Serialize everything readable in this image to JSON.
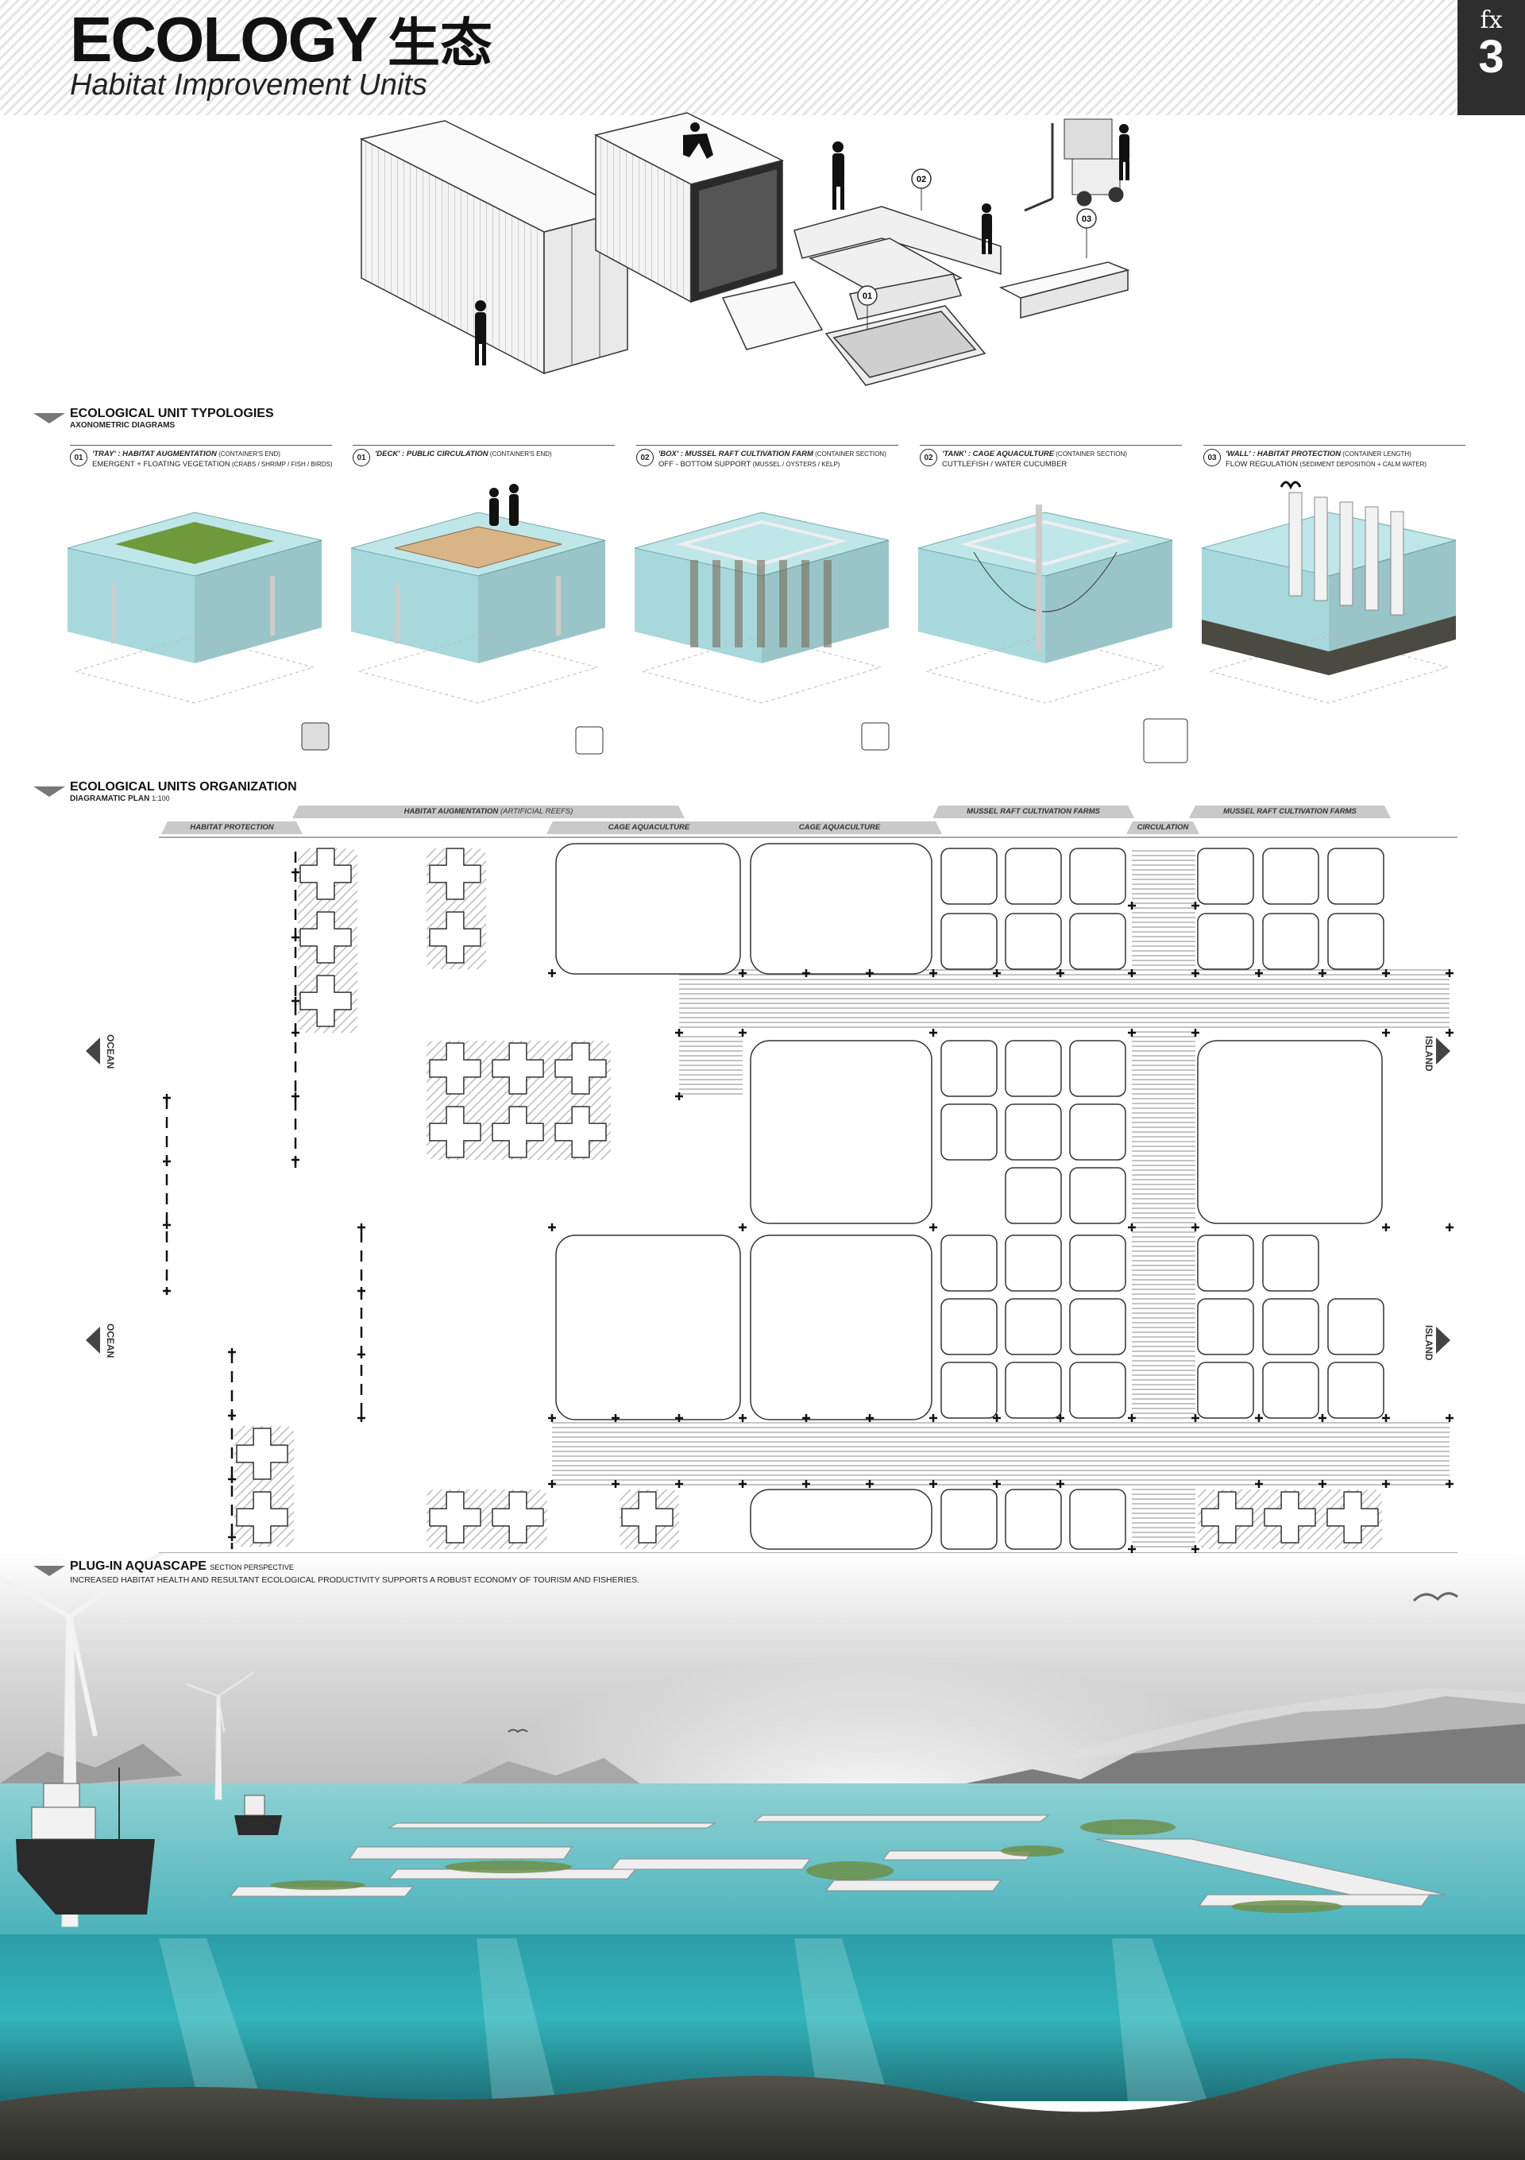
{
  "header": {
    "title": "ECOLOGY",
    "title_zh": "生态",
    "subtitle": "Habitat Improvement Units",
    "page_prefix": "fx",
    "page_number": "3"
  },
  "axo_labels": [
    "02",
    "03",
    "01"
  ],
  "typologies": {
    "title": "ECOLOGICAL UNIT TYPOLOGIES",
    "subtitle": "AXONOMETRIC DIAGRAMS",
    "items": [
      {
        "num": "01",
        "name": "'TRAY' : HABITAT AUGMENTATION",
        "note": "(CONTAINER'S END)",
        "line2": "EMERGENT + FLOATING VEGETATION",
        "line2_note": "(CRABS / SHRIMP / FISH / BIRDS)"
      },
      {
        "num": "01",
        "name": "'DECK' : PUBLIC CIRCULATION",
        "note": "(CONTAINER'S END)",
        "line2": "",
        "line2_note": ""
      },
      {
        "num": "02",
        "name": "'BOX' : MUSSEL RAFT CULTIVATION FARM",
        "note": "(CONTAINER SECTION)",
        "line2": "OFF - BOTTOM SUPPORT",
        "line2_note": "(MUSSEL / OYSTERS / KELP)"
      },
      {
        "num": "02",
        "name": "'TANK' : CAGE AQUACULTURE",
        "note": "(CONTAINER SECTION)",
        "line2": "CUTTLEFISH / WATER CUCUMBER",
        "line2_note": ""
      },
      {
        "num": "03",
        "name": "'WALL' : HABITAT PROTECTION",
        "note": "(CONTAINER LENGTH)",
        "line2": "FLOW REGULATION",
        "line2_note": "(SEDIMENT DEPOSITION + CALM WATER)"
      }
    ]
  },
  "organization": {
    "title": "ECOLOGICAL UNITS ORGANIZATION",
    "subtitle": "DIAGRAMATIC PLAN",
    "scale": "1:100",
    "labels": {
      "habitat_augmentation": "HABITAT AUGMENTATION",
      "habitat_augmentation_note": "(ARTIFICIAL REEFS)",
      "habitat_protection": "HABITAT PROTECTION",
      "cage_aquaculture_1": "CAGE AQUACULTURE",
      "cage_aquaculture_2": "CAGE AQUACULTURE",
      "mussel_1": "MUSSEL RAFT CULTIVATION FARMS",
      "circulation": "CIRCULATION",
      "mussel_2": "MUSSEL RAFT CULTIVATION FARMS"
    },
    "ocean": "OCEAN",
    "island": "ISLAND"
  },
  "aquascape": {
    "title": "PLUG-IN AQUASCAPE",
    "subtitle": "SECTION PERSPECTIVE",
    "description": "INCREASED HABITAT HEALTH AND RESULTANT ECOLOGICAL PRODUCTIVITY SUPPORTS A ROBUST ECONOMY OF TOURISM AND FISHERIES."
  },
  "colors": {
    "water": "#5fb8c0",
    "water_deep": "#1f7f86",
    "grey_band": "#c9c9c9",
    "dark_box": "#2e2e2e"
  }
}
